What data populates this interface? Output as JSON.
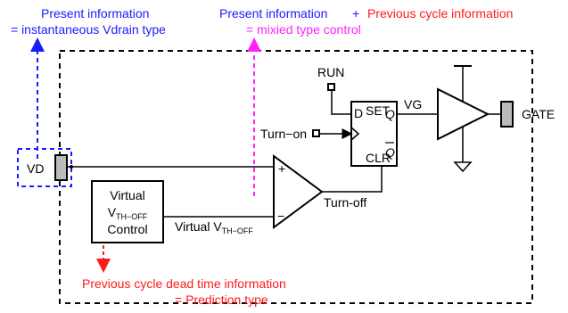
{
  "annotations": {
    "present_top": "Present information",
    "present_bottom": "= instantaneous Vdrain type",
    "mixed_part1": "Present information",
    "mixed_plus": " + ",
    "mixed_part2": "Previous cycle information",
    "mixed_bottom": "= mixied type control",
    "prediction_top": "Previous cycle dead time information",
    "prediction_bottom": "= Prediction type"
  },
  "nodes": {
    "vd": "VD",
    "run": "RUN",
    "turn_on": "Turn−on",
    "turn_off": "Turn-off",
    "vg": "VG",
    "gate": "GATE",
    "virtual_vth_prefix": "Virtual V",
    "vth_sub": "TH−OFF"
  },
  "virtual_box": {
    "line1": "Virtual",
    "line2_main": "V",
    "line2_sub": "TH−OFF",
    "line3": "Control"
  },
  "comparator": {
    "plus": "+",
    "minus": "−"
  },
  "flipflop": {
    "d": "D",
    "set": "SET",
    "q": "Q",
    "qbar": "Q",
    "clr": "CLR"
  },
  "colors": {
    "blue": "#1a1aff",
    "red": "#ff1a1a",
    "magenta": "#ff22ff",
    "pin_fill": "#bbbbbb",
    "line": "#000000"
  }
}
